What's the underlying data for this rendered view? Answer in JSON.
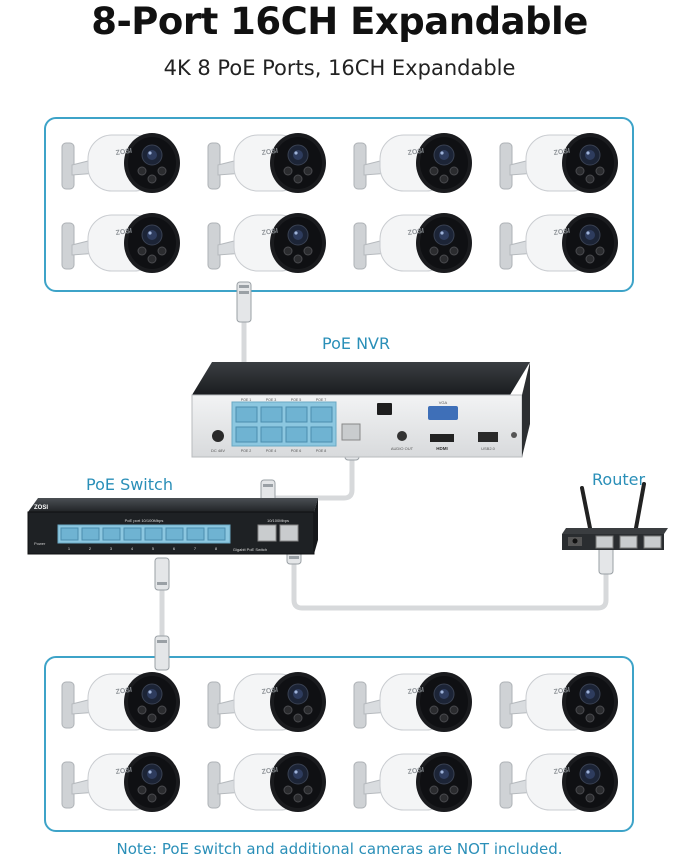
{
  "title": "8-Port 16CH Expandable",
  "subtitle": "4K 8 PoE Ports, 16CH Expandable",
  "labels": {
    "nvr": "PoE NVR",
    "switch": "PoE Switch",
    "router": "Router"
  },
  "brand": "ZOSI",
  "note": "Note: PoE switch and additional cameras are NOT included.",
  "nvr_panel": {
    "dc": "DC 48V",
    "vga": "VGA",
    "hdmi": "HDMI",
    "usb": "USB2.0",
    "audio": "AUDIO OUT",
    "poe_top": [
      "POE 1",
      "POE 3",
      "POE 5",
      "POE 7"
    ],
    "poe_bottom": [
      "POE 2",
      "POE 4",
      "POE 6",
      "POE 8"
    ]
  },
  "switch_panel": {
    "ports_label": "PoE port 10/100Mbps",
    "uplink_label": "10/100Mbps",
    "model": "Gigabit PoE Switch",
    "power": "Power",
    "port_numbers": [
      "1",
      "2",
      "3",
      "4",
      "5",
      "6",
      "7",
      "8"
    ]
  },
  "colors": {
    "accent": "#3da3c8",
    "label": "#2a8fb8",
    "device_dark": "#1e2124",
    "port_blue": "#8cc7e0"
  },
  "cameras": {
    "top_count": 8,
    "bottom_count": 8
  }
}
